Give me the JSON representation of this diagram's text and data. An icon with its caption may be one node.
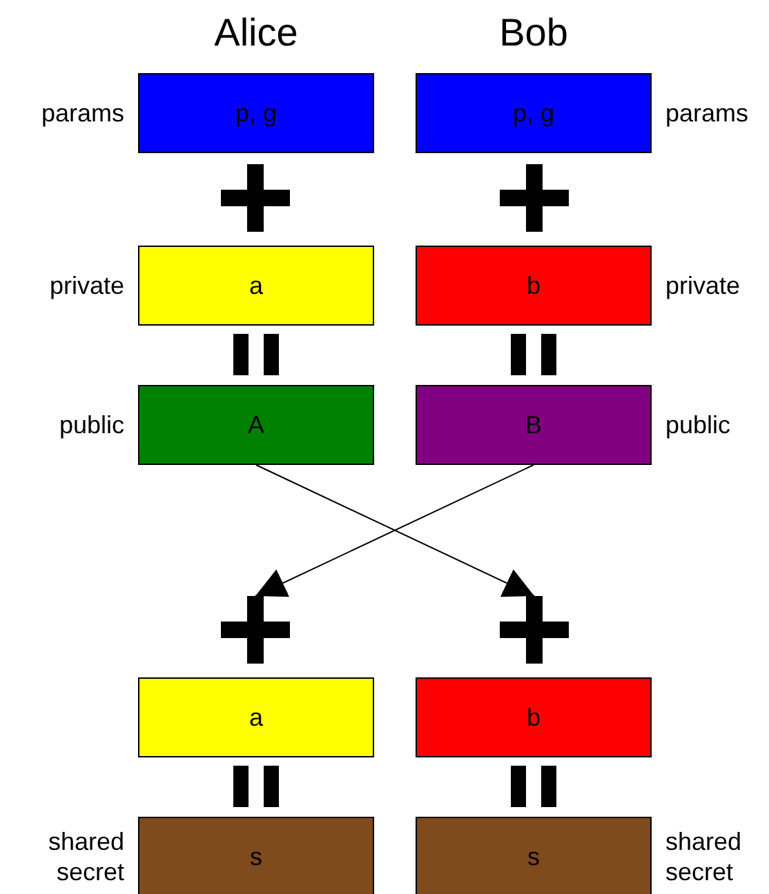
{
  "diagram": {
    "nodes": [
      {
        "text": [
          "p, g"
        ],
        "beside": [
          "params"
        ]
      },
      {
        "text": [
          "p, g"
        ],
        "beside": [
          "params"
        ]
      },
      {
        "text": [],
        "shape": "plus"
      },
      {
        "text": [],
        "shape": "plus"
      },
      {
        "text": [
          "a"
        ],
        "beside": [
          "private"
        ]
      },
      {
        "text": [
          "b"
        ],
        "beside": [
          "private"
        ]
      },
      {
        "text": [],
        "shape": "equals"
      },
      {
        "text": [],
        "shape": "equals"
      },
      {
        "text": [
          "A"
        ],
        "beside": [
          "public"
        ]
      },
      {
        "text": [
          "B"
        ],
        "beside": [
          "public"
        ]
      },
      {
        "text": [],
        "shape": "plus"
      },
      {
        "text": [],
        "shape": "plus"
      },
      {
        "text": [
          "a"
        ]
      },
      {
        "text": [
          "b"
        ]
      },
      {
        "text": [],
        "shape": "equals"
      },
      {
        "text": [],
        "shape": "equals"
      },
      {
        "text": [
          "s"
        ],
        "beside": [
          "shared secret"
        ]
      },
      {
        "text": [
          "s"
        ],
        "beside": [
          "shared secret"
        ]
      }
    ],
    "edges": [
      {
        "from": 8,
        "to": 11,
        "arrow": "to"
      },
      {
        "from": 9,
        "to": 10,
        "arrow": "to"
      }
    ],
    "labels": [
      "Alice",
      "Bob"
    ]
  }
}
